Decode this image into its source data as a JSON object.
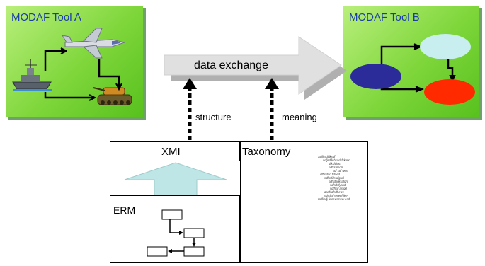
{
  "tool_a": {
    "title": "MODAF Tool A"
  },
  "tool_b": {
    "title": "MODAF Tool B"
  },
  "exchange": {
    "label": "data exchange"
  },
  "links": {
    "structure": "structure",
    "meaning": "meaning"
  },
  "xmi": {
    "label": "XMI"
  },
  "taxonomy": {
    "label": "Taxonomy",
    "lines": [
      "Sdfjksdjfjksdf",
      "sdfjsdfk hsadsfsklmn",
      "dfksfdmc",
      "sdfksmsdm",
      "sdf sdf wes",
      "dfhskfsn fsfsed",
      "sdfnsfds afgsdl",
      "sdfsdfjgksdfgnf",
      "sdfsdsfyasd",
      "sdfhsd asfgd",
      "dsdfsdfsdf ewe",
      "sdsdsd weeqf fee",
      "Sdfksdj fweewrmew esd"
    ]
  },
  "erm": {
    "label": "ERM"
  },
  "colors": {
    "tool_green": "#7ed63a",
    "title_blue": "#1a3ea8",
    "arrow_gray": "#e0e0e0",
    "up_arrow_cyan": "#bfe6e6",
    "node_navy": "#2b2b9a",
    "node_light": "#c8eef0",
    "node_red": "#ff2a00"
  }
}
